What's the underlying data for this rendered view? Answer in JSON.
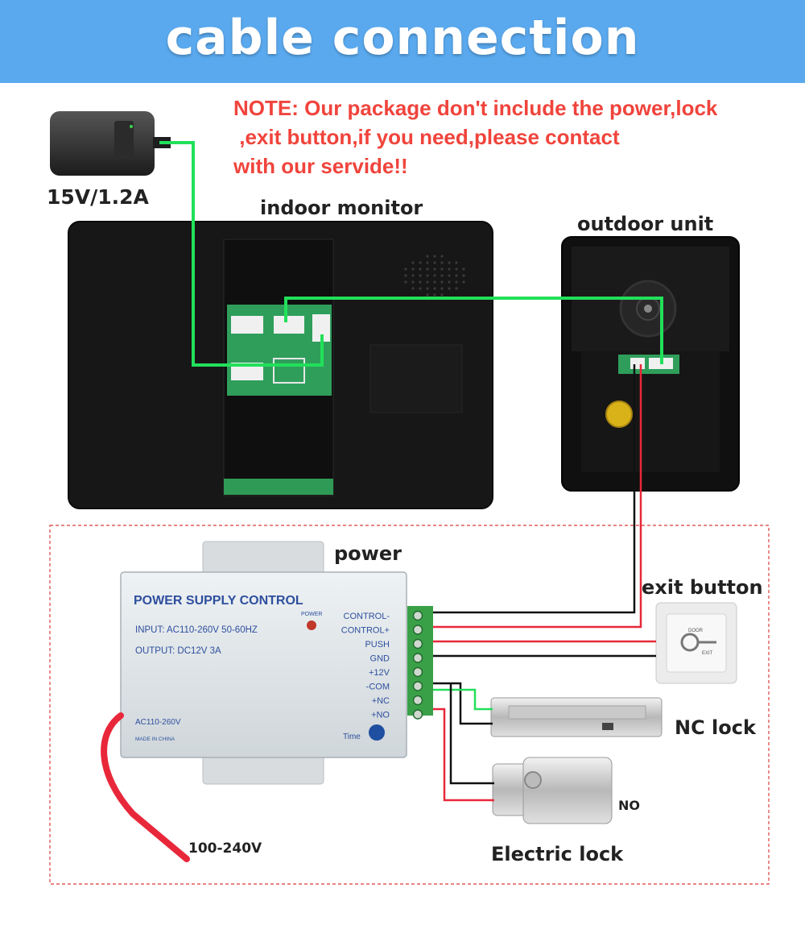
{
  "header": {
    "title": "cable connection"
  },
  "note": {
    "line1": "NOTE: Our package don't include the power,lock",
    "line2": " ,exit button,if you need,please contact",
    "line3": "with our servide!!"
  },
  "adapter": {
    "label": "15V/1.2A"
  },
  "monitor": {
    "label": "indoor monitor"
  },
  "outdoor": {
    "label": "outdoor unit"
  },
  "power": {
    "label": "power",
    "panel_title": "POWER SUPPLY CONTROL",
    "input": "INPUT: AC110-260V 50-60HZ",
    "output": "OUTPUT:  DC12V  3A",
    "led_label": "POWER",
    "ac_label": "AC110-260V",
    "made": "MADE IN CHINA",
    "time": "Time",
    "terminals": [
      "CONTROL-",
      "CONTROL+",
      "PUSH",
      "GND",
      "+12V",
      "-COM",
      "+NC",
      "+NO"
    ]
  },
  "exit_button": {
    "label": "exit button",
    "face_top": "DOOR",
    "face_bottom": "EXIT"
  },
  "nc_lock": {
    "label": "NC lock"
  },
  "no_label": "NO",
  "electric_lock": {
    "label": "Electric lock"
  },
  "mains": {
    "label": "100-240V"
  },
  "colors": {
    "banner": "#5aa9ee",
    "note": "#f0443c",
    "signal_wire": "#22e05a",
    "red_wire": "#e8283a",
    "black_wire": "#111111"
  }
}
